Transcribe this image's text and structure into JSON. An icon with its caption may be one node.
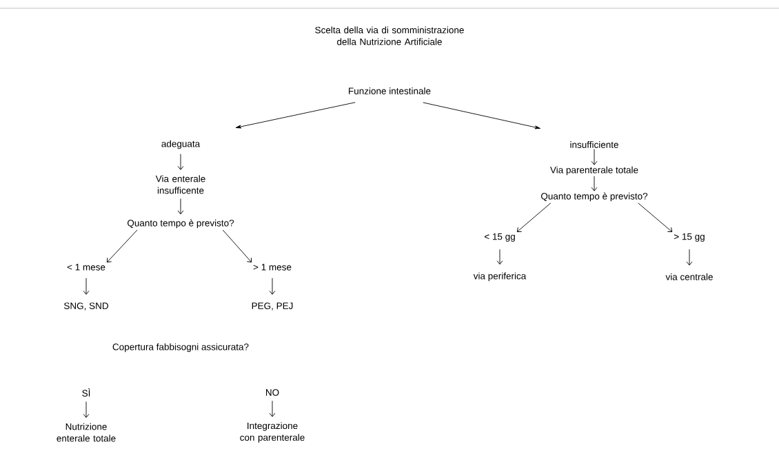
{
  "diagram": {
    "title": "Scelta della via di somministrazione della Nutrizione Artificiale",
    "nodes": [
      {
        "text": [
          "Funzione intestinale"
        ]
      },
      {
        "text": [
          "adeguata"
        ]
      },
      {
        "text": [
          "Via enterale insufficente"
        ]
      },
      {
        "text": [
          "Quanto tempo è previsto?"
        ]
      },
      {
        "text": [
          "< 1 mese"
        ]
      },
      {
        "text": [
          "> 1 mese"
        ]
      },
      {
        "text": [
          "SNG, SND"
        ]
      },
      {
        "text": [
          "PEG, PEJ"
        ]
      },
      {
        "text": [
          "SÌ"
        ]
      },
      {
        "text": [
          "NO"
        ]
      },
      {
        "text": [
          "Nutrizione enterale totale"
        ]
      },
      {
        "text": [
          "Integrazione con parenterale"
        ]
      },
      {
        "text": [
          "insufficiente"
        ]
      },
      {
        "text": [
          "Via parenterale totale"
        ]
      },
      {
        "text": [
          "Quanto tempo è previsto?"
        ]
      },
      {
        "text": [
          "< 15 gg"
        ]
      },
      {
        "text": [
          "> 15 gg"
        ]
      },
      {
        "text": [
          "via periferica"
        ]
      },
      {
        "text": [
          "via centrale"
        ]
      }
    ],
    "edges": [
      {
        "from": 0,
        "to": 1,
        "arrow": "to"
      },
      {
        "from": 0,
        "to": 12,
        "arrow": "to"
      },
      {
        "from": 1,
        "to": 2,
        "arrow": "to"
      },
      {
        "from": 2,
        "to": 3,
        "arrow": "to"
      },
      {
        "from": 3,
        "to": 4,
        "arrow": "to"
      },
      {
        "from": 3,
        "to": 5,
        "arrow": "to"
      },
      {
        "from": 4,
        "to": 6,
        "arrow": "to"
      },
      {
        "from": 5,
        "to": 7,
        "arrow": "to"
      },
      {
        "from": 8,
        "to": 10,
        "arrow": "to"
      },
      {
        "from": 9,
        "to": 11,
        "arrow": "to"
      },
      {
        "from": 12,
        "to": 13,
        "arrow": "to"
      },
      {
        "from": 13,
        "to": 14,
        "arrow": "to"
      },
      {
        "from": 14,
        "to": 15,
        "arrow": "to"
      },
      {
        "from": 14,
        "to": 16,
        "arrow": "to"
      },
      {
        "from": 15,
        "to": 17,
        "arrow": "to"
      },
      {
        "from": 16,
        "to": 18,
        "arrow": "to"
      }
    ],
    "labels": [
      "Copertura fabbisogni assicurata?"
    ]
  }
}
